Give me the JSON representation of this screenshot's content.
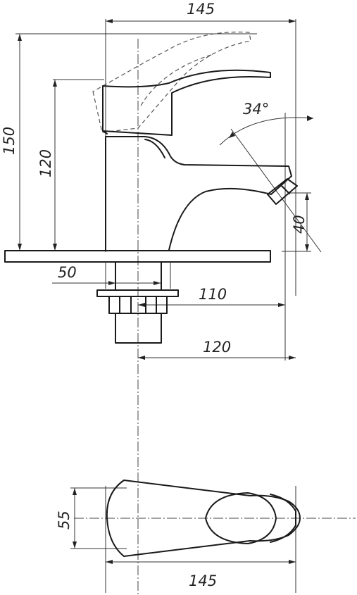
{
  "dimensions": {
    "top_width": "145",
    "total_height": "150",
    "lever_height": "120",
    "lever_angle": "34°",
    "spout_drop": "40",
    "base_half": "50",
    "outlet_reach": "110",
    "inlet_offset": "120",
    "plan_width": "55",
    "plan_length": "145"
  },
  "colors": {
    "line": "#1a1a1a",
    "background": "#ffffff"
  }
}
